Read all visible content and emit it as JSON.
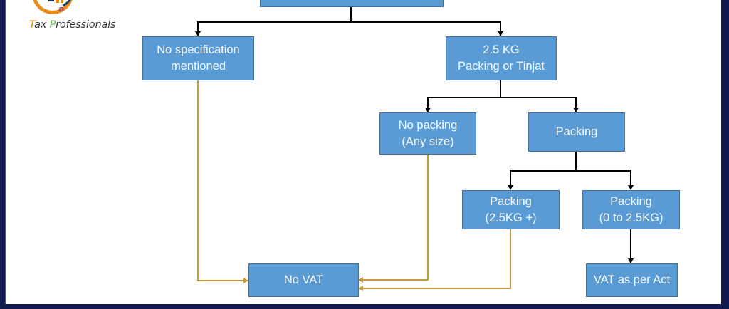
{
  "logo": {
    "first_initial": "T",
    "first_rest": "ax ",
    "second_initial": "P",
    "second_rest": "rofessionals",
    "colors": {
      "T": "#e88b1a",
      "P": "#5bb53a",
      "text": "#333333"
    }
  },
  "flowchart": {
    "colors": {
      "box_fill": "#5b9bd5",
      "box_border": "#41719c",
      "box_text": "#f4fbff",
      "decision_connector": "#000000",
      "outcome_connector": "#c9973c",
      "frame": "#131a4e"
    },
    "nodes": {
      "root": "",
      "no_spec": "No specification\nmentioned",
      "kg_packing": "2.5 KG\nPacking or Tinjat",
      "no_packing": "No packing\n(Any size)",
      "packing": "Packing",
      "packing_over": "Packing\n(2.5KG +)",
      "packing_under": "Packing\n(0 to 2.5KG)",
      "no_vat": "No VAT",
      "vat_per_act": "VAT as per Act"
    },
    "edges": [
      {
        "from": "root",
        "to": "no_spec",
        "type": "decision"
      },
      {
        "from": "root",
        "to": "kg_packing",
        "type": "decision"
      },
      {
        "from": "kg_packing",
        "to": "no_packing",
        "type": "decision"
      },
      {
        "from": "kg_packing",
        "to": "packing",
        "type": "decision"
      },
      {
        "from": "packing",
        "to": "packing_over",
        "type": "decision"
      },
      {
        "from": "packing",
        "to": "packing_under",
        "type": "decision"
      },
      {
        "from": "packing_under",
        "to": "vat_per_act",
        "type": "decision"
      },
      {
        "from": "no_spec",
        "to": "no_vat",
        "type": "outcome"
      },
      {
        "from": "no_packing",
        "to": "no_vat",
        "type": "outcome"
      },
      {
        "from": "packing_over",
        "to": "no_vat",
        "type": "outcome"
      }
    ]
  }
}
